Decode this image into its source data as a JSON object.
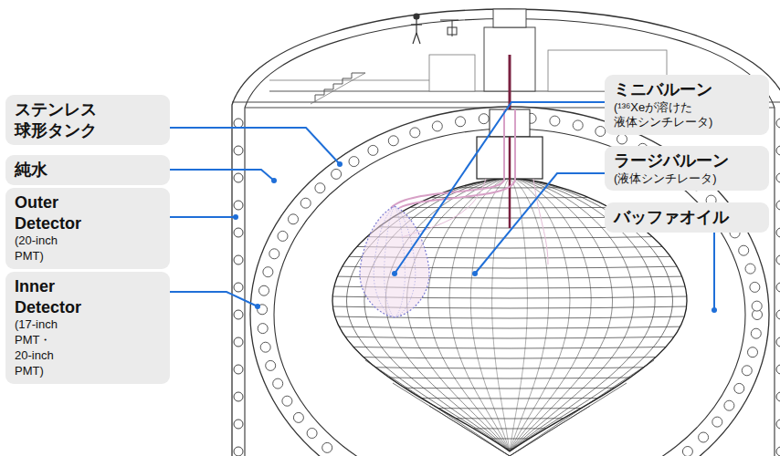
{
  "diagram": {
    "nodes": [
      {
        "text": [
          "ステンレス 球形タンク"
        ]
      },
      {
        "text": [
          "純水"
        ]
      },
      {
        "text": [
          "Outer Detector",
          "(20-inch PMT)"
        ]
      },
      {
        "text": [
          "Inner Detector",
          "(17-inch PMT・ 20-inch PMT)"
        ]
      },
      {
        "text": [
          "ミニバルーン",
          "(¹³⁶Xeが溶けた 液体シンチレータ)"
        ]
      },
      {
        "text": [
          "ラージバルーン",
          "(液体シンチレータ)"
        ]
      },
      {
        "text": [
          "バッファオイル"
        ]
      }
    ]
  }
}
